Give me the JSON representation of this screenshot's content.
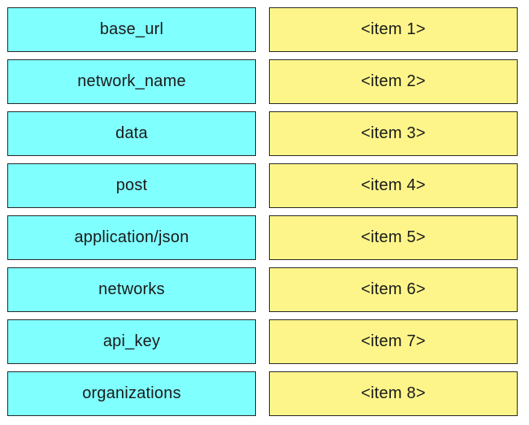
{
  "left_items": [
    {
      "label": "base_url"
    },
    {
      "label": "network_name"
    },
    {
      "label": "data"
    },
    {
      "label": "post"
    },
    {
      "label": "application/json"
    },
    {
      "label": "networks"
    },
    {
      "label": "api_key"
    },
    {
      "label": "organizations"
    }
  ],
  "right_items": [
    {
      "label": "<item 1>"
    },
    {
      "label": "<item 2>"
    },
    {
      "label": "<item 3>"
    },
    {
      "label": "<item 4>"
    },
    {
      "label": "<item 5>"
    },
    {
      "label": "<item 6>"
    },
    {
      "label": "<item 7>"
    },
    {
      "label": "<item 8>"
    }
  ],
  "colors": {
    "left_fill": "#80ffff",
    "right_fill": "#fdf58a",
    "border": "#2a2a2a"
  }
}
